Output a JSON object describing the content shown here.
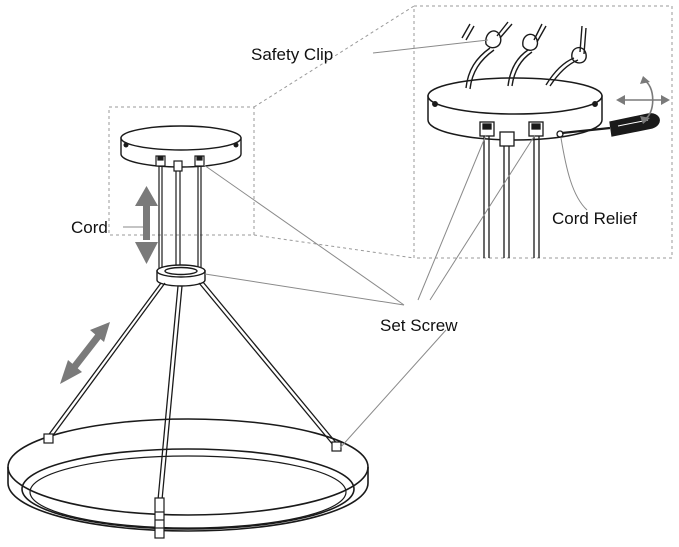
{
  "labels": {
    "safety_clip": "Safety Clip",
    "cord": "Cord",
    "cord_relief": "Cord Relief",
    "set_screw": "Set Screw"
  },
  "colors": {
    "line": "#1a1a1a",
    "leader": "#8a8a8a",
    "arrow": "#7a7a7a",
    "dashed": "#9a9a9a"
  },
  "icons": [
    "double-arrow-icon",
    "rotate-arrows-icon",
    "screwdriver-icon"
  ]
}
